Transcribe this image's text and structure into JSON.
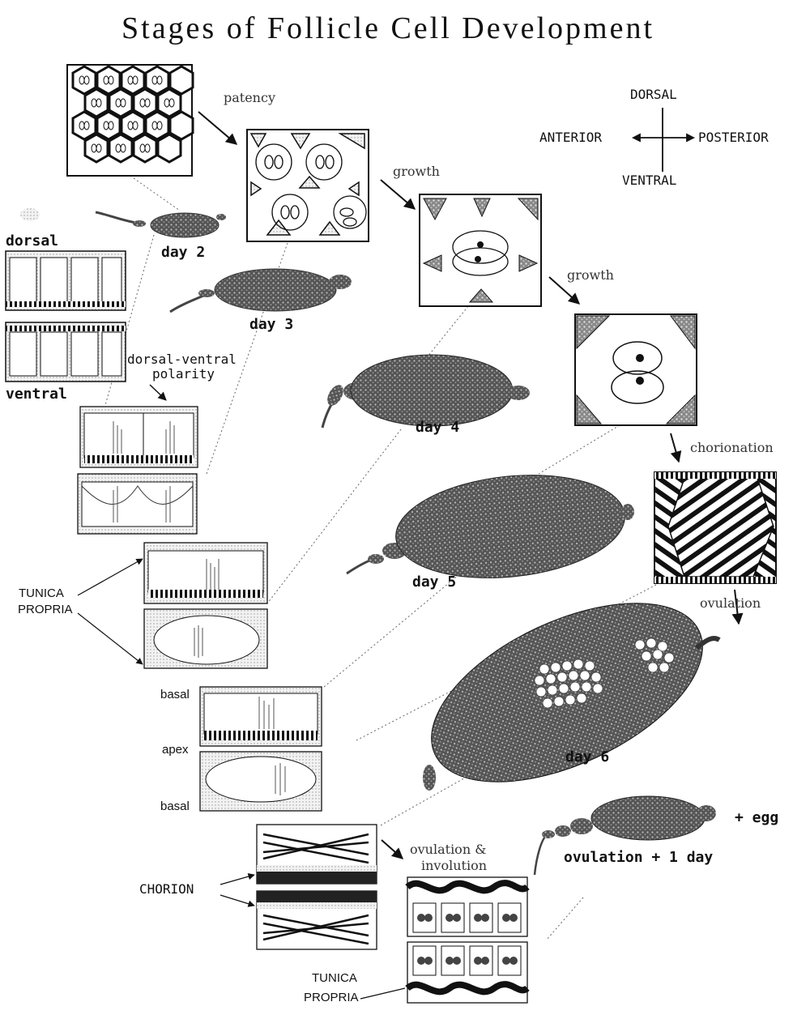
{
  "title": "Stages of Follicle Cell Development",
  "compass": {
    "up": "DORSAL",
    "left": "ANTERIOR",
    "right": "POSTERIOR",
    "down": "VENTRAL"
  },
  "stage_labels": {
    "day2": "day 2",
    "day3": "day 3",
    "day4": "day 4",
    "day5": "day 5",
    "day6": "day 6",
    "ovulation_plus_1": "ovulation + 1 day",
    "egg": "+ egg"
  },
  "transitions": {
    "patency": "patency",
    "growth1": "growth",
    "growth2": "growth",
    "chorionation": "chorionation",
    "ovulation": "ovulation",
    "ovulation_involution_1": "ovulation &",
    "ovulation_involution_2": "involution"
  },
  "section_labels": {
    "dorsal": "dorsal",
    "ventral": "ventral",
    "polarity_1": "dorsal-ventral",
    "polarity_2": "polarity",
    "basal_top": "basal",
    "apex": "apex",
    "basal_bottom": "basal",
    "tunica_1": "TUNICA",
    "tunica_2": "PROPRIA",
    "chorion": "CHORION",
    "tunica_b_1": "TUNICA",
    "tunica_b_2": "PROPRIA"
  }
}
